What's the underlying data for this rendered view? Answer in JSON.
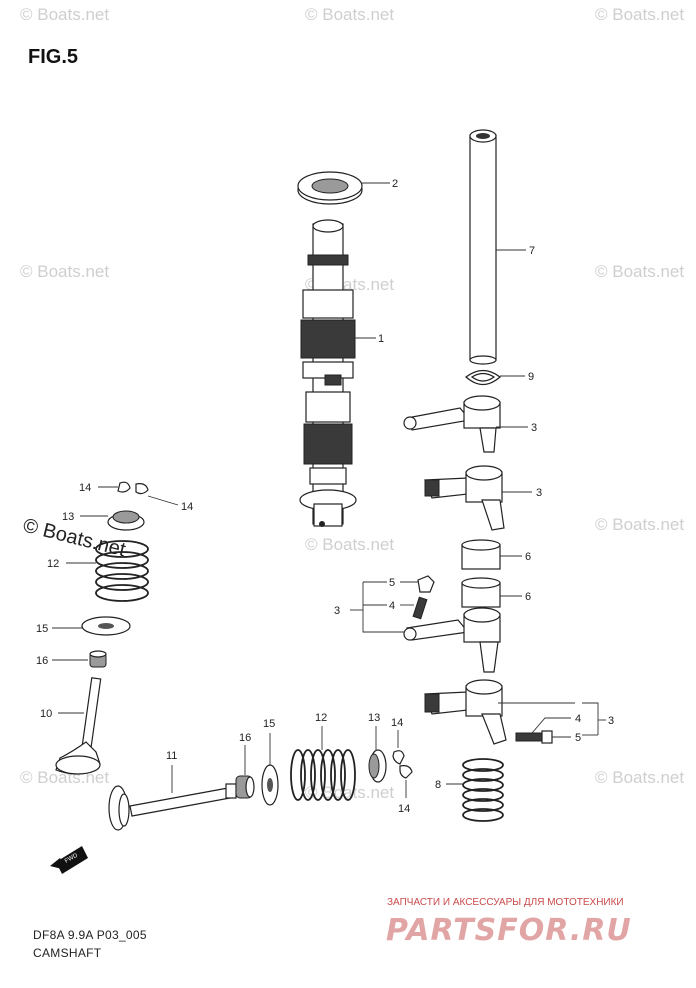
{
  "figure_label": "FIG.5",
  "watermark": "© Boats.net",
  "footer": {
    "code": "DF8A 9.9A P03_005",
    "title": "CAMSHAFT"
  },
  "shop_tagline": "ЗАПЧАСТИ И АКСЕССУАРЫ ДЛЯ МОТОТЕХНИКИ",
  "shop_brand": "PARTSFOR.RU",
  "fwd_marker": "FWD",
  "callouts": {
    "oil_seal": "2",
    "camshaft": "1",
    "push_rod_tube": "7",
    "gasket": "9",
    "rocker_arm_a": "3",
    "rocker_arm_b": "3",
    "sleeve_a": "6",
    "sleeve_b": "6",
    "group_left": "3",
    "nut_left": "5",
    "screw_left": "4",
    "screw_right": "4",
    "nut_right": "5",
    "group_right": "3",
    "spring_right": "8",
    "cotter_left_a": "14",
    "cotter_left_b": "14",
    "retainer_left": "13",
    "spring_left": "12",
    "seat_left": "15",
    "seal_left": "16",
    "valve_intake": "10",
    "valve_exhaust": "11",
    "seal_bottom": "16",
    "seat_bottom": "15",
    "spring_bottom": "12",
    "retainer_bottom": "13",
    "cotter_bottom_a": "14",
    "cotter_bottom_b": "14"
  }
}
